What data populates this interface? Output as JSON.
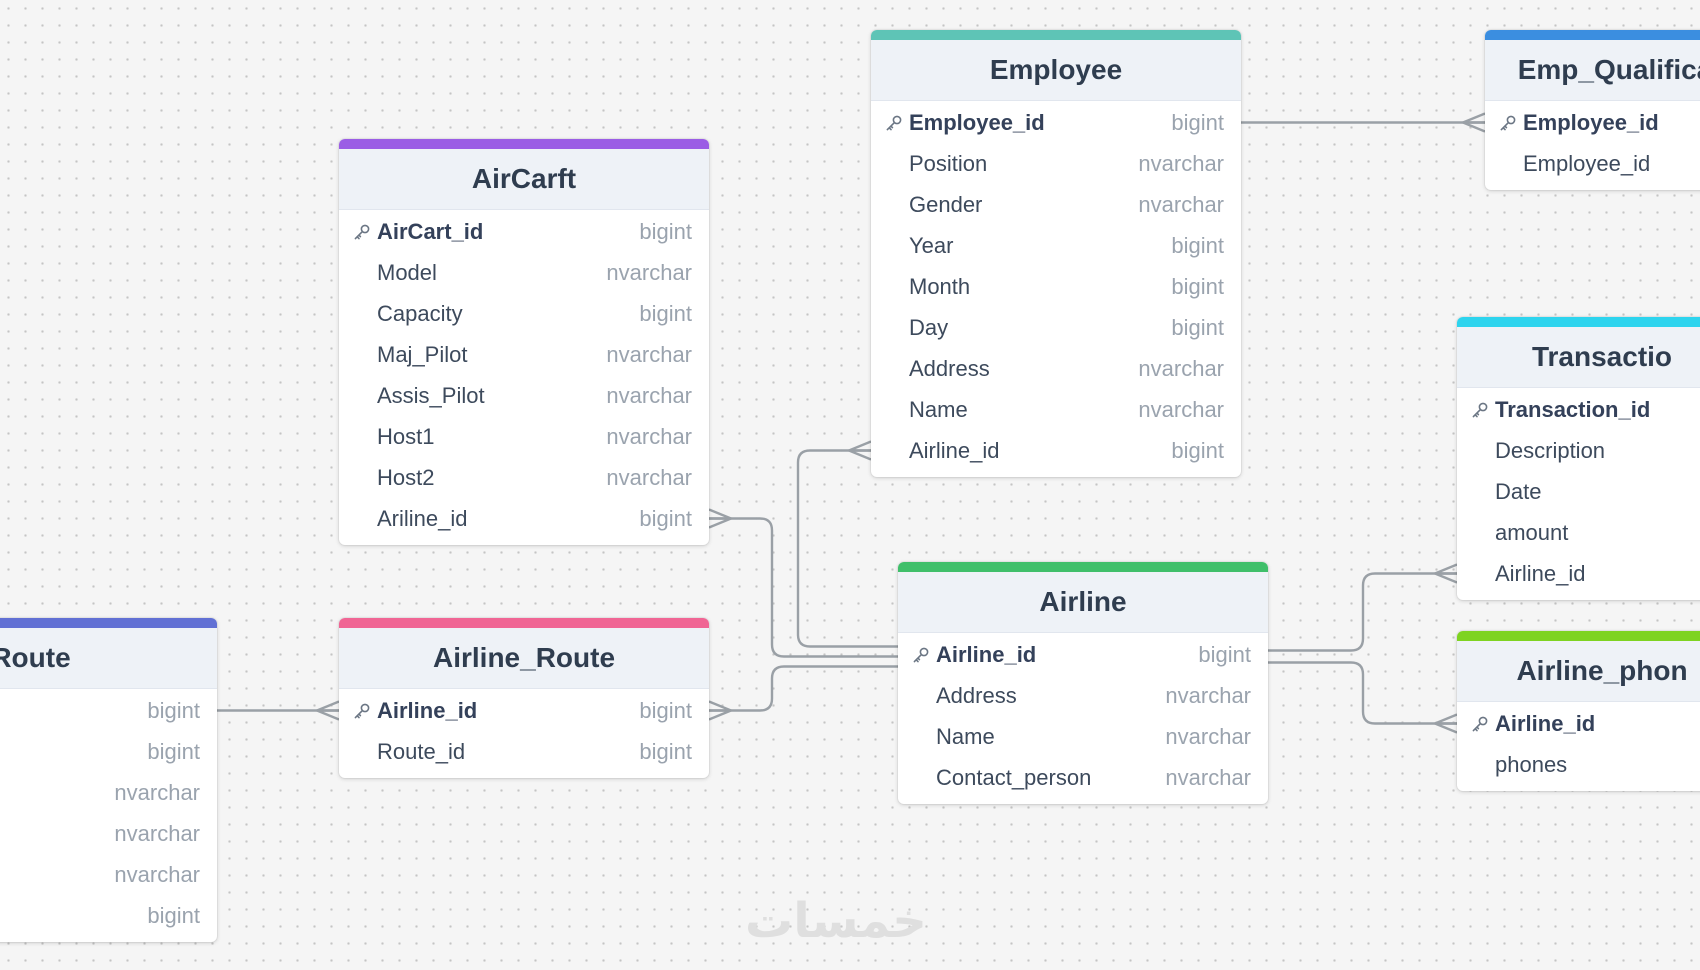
{
  "tables": [
    {
      "id": "aircarft",
      "title": "AirCarft",
      "color": "#9b5de5",
      "fields": [
        {
          "name": "AirCart_id",
          "type": "bigint",
          "pk": true
        },
        {
          "name": "Model",
          "type": "nvarchar"
        },
        {
          "name": "Capacity",
          "type": "bigint"
        },
        {
          "name": "Maj_Pilot",
          "type": "nvarchar"
        },
        {
          "name": "Assis_Pilot",
          "type": "nvarchar"
        },
        {
          "name": "Host1",
          "type": "nvarchar"
        },
        {
          "name": "Host2",
          "type": "nvarchar"
        },
        {
          "name": "Ariline_id",
          "type": "bigint"
        }
      ]
    },
    {
      "id": "employee",
      "title": "Employee",
      "color": "#5ec4b6",
      "fields": [
        {
          "name": "Employee_id",
          "type": "bigint",
          "pk": true
        },
        {
          "name": "Position",
          "type": "nvarchar"
        },
        {
          "name": "Gender",
          "type": "nvarchar"
        },
        {
          "name": "Year",
          "type": "bigint"
        },
        {
          "name": "Month",
          "type": "bigint"
        },
        {
          "name": "Day",
          "type": "bigint"
        },
        {
          "name": "Address",
          "type": "nvarchar"
        },
        {
          "name": "Name",
          "type": "nvarchar"
        },
        {
          "name": "Airline_id",
          "type": "bigint"
        }
      ]
    },
    {
      "id": "emp-qualification",
      "title": "Emp_Qualifica",
      "color": "#3b8ee0",
      "fields": [
        {
          "name": "Employee_id",
          "type": "",
          "pk": true
        },
        {
          "name": "Employee_id",
          "type": ""
        }
      ]
    },
    {
      "id": "transaction",
      "title": "Transactio",
      "color": "#2dd4ee",
      "fields": [
        {
          "name": "Transaction_id",
          "type": "",
          "pk": true
        },
        {
          "name": "Description",
          "type": ""
        },
        {
          "name": "Date",
          "type": ""
        },
        {
          "name": "amount",
          "type": ""
        },
        {
          "name": "Airline_id",
          "type": ""
        }
      ]
    },
    {
      "id": "airline",
      "title": "Airline",
      "color": "#3fbf6a",
      "fields": [
        {
          "name": "Airline_id",
          "type": "bigint",
          "pk": true
        },
        {
          "name": "Address",
          "type": "nvarchar"
        },
        {
          "name": "Name",
          "type": "nvarchar"
        },
        {
          "name": "Contact_person",
          "type": "nvarchar"
        }
      ]
    },
    {
      "id": "airline-phones",
      "title": "Airline_phon",
      "color": "#7ed321",
      "fields": [
        {
          "name": "Airline_id",
          "type": "",
          "pk": true
        },
        {
          "name": "phones",
          "type": ""
        }
      ]
    },
    {
      "id": "route",
      "title": "Route",
      "color": "#6170d4",
      "fields": [
        {
          "name": "",
          "type": "bigint"
        },
        {
          "name": "",
          "type": "bigint"
        },
        {
          "name": "n",
          "type": "nvarchar"
        },
        {
          "name": "",
          "type": "nvarchar"
        },
        {
          "name": "on",
          "type": "nvarchar"
        },
        {
          "name": "n",
          "type": "bigint"
        }
      ]
    },
    {
      "id": "airline-route",
      "title": "Airline_Route",
      "color": "#f06594",
      "fields": [
        {
          "name": "Airline_id",
          "type": "bigint",
          "pk": true
        },
        {
          "name": "Route_id",
          "type": "bigint"
        }
      ]
    }
  ],
  "watermark": "خمسات"
}
